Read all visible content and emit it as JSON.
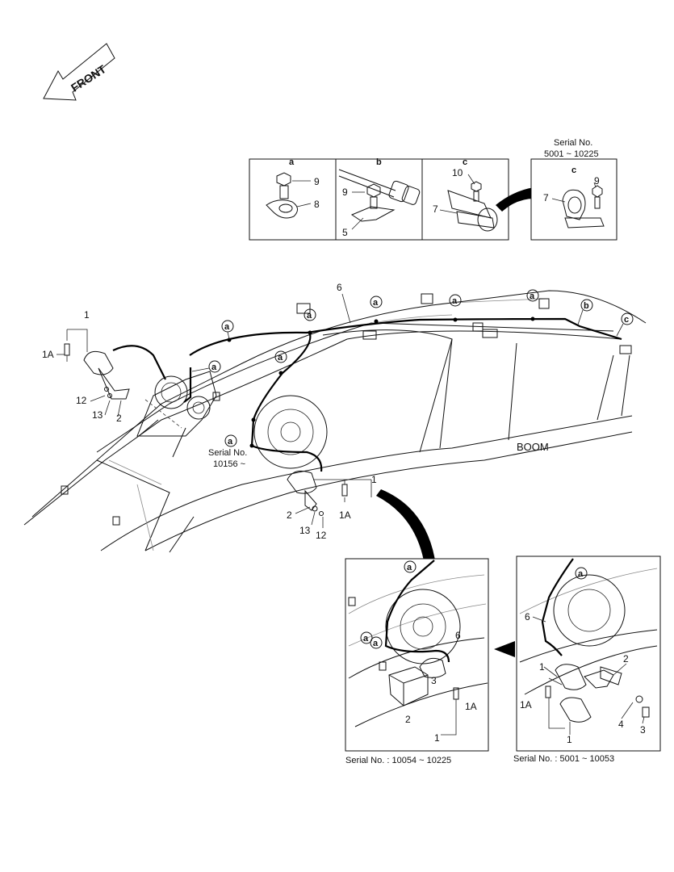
{
  "front_label": "FRONT",
  "boom_label": "BOOM",
  "detail_headers": {
    "a": "a",
    "b": "b",
    "c": "c",
    "c_alt": "c"
  },
  "serial_top": {
    "line1": "Serial No.",
    "line2": "5001 ~ 10225"
  },
  "serial_mid": {
    "line1": "Serial No.",
    "line2": "10156 ~"
  },
  "serial_bottom_left": "Serial No. : 10054 ~ 10225",
  "serial_bottom_right": "Serial No. : 5001 ~ 10053",
  "callout_letters": {
    "a": "a",
    "b": "b",
    "c": "c"
  },
  "part_numbers": {
    "p1": "1",
    "p1a": "1A",
    "p2": "2",
    "p3": "3",
    "p4": "4",
    "p5": "5",
    "p6": "6",
    "p7": "7",
    "p8": "8",
    "p9": "9",
    "p10": "10",
    "p12": "12",
    "p13": "13"
  }
}
